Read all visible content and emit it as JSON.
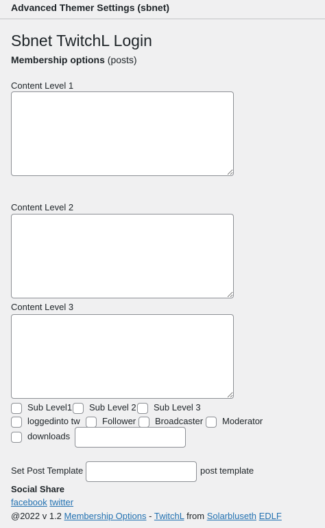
{
  "header": {
    "title": "Advanced Themer Settings (sbnet)"
  },
  "page": {
    "title": "Sbnet TwitchL Login",
    "subtitle_bold": "Membership options",
    "subtitle_rest": "(posts)"
  },
  "content_levels": [
    {
      "label": "Content Level 1",
      "value": ""
    },
    {
      "label": "Content Level 2",
      "value": ""
    },
    {
      "label": "Content Level 3",
      "value": ""
    }
  ],
  "checkboxes": {
    "sub_level1": "Sub Level1",
    "sub_level2": "Sub Level 2",
    "sub_level3": "Sub Level 3",
    "loggedinto": "loggedinto tw",
    "follower": "Follower",
    "broadcaster": "Broadcaster",
    "moderator": "Moderator",
    "downloads": "downloads"
  },
  "post_template": {
    "label": "Set Post Template",
    "value": "",
    "suffix": "post template"
  },
  "social": {
    "heading": "Social Share",
    "facebook": "facebook",
    "twitter": "twitter"
  },
  "footer": {
    "prefix": "@2022 v 1.2",
    "membership_link": "Membership Options",
    "dash": "-",
    "twitchl_link": "TwitchL",
    "from": "from",
    "solar_link": "Solarbluseth",
    "edlf_link": "EDLF"
  }
}
